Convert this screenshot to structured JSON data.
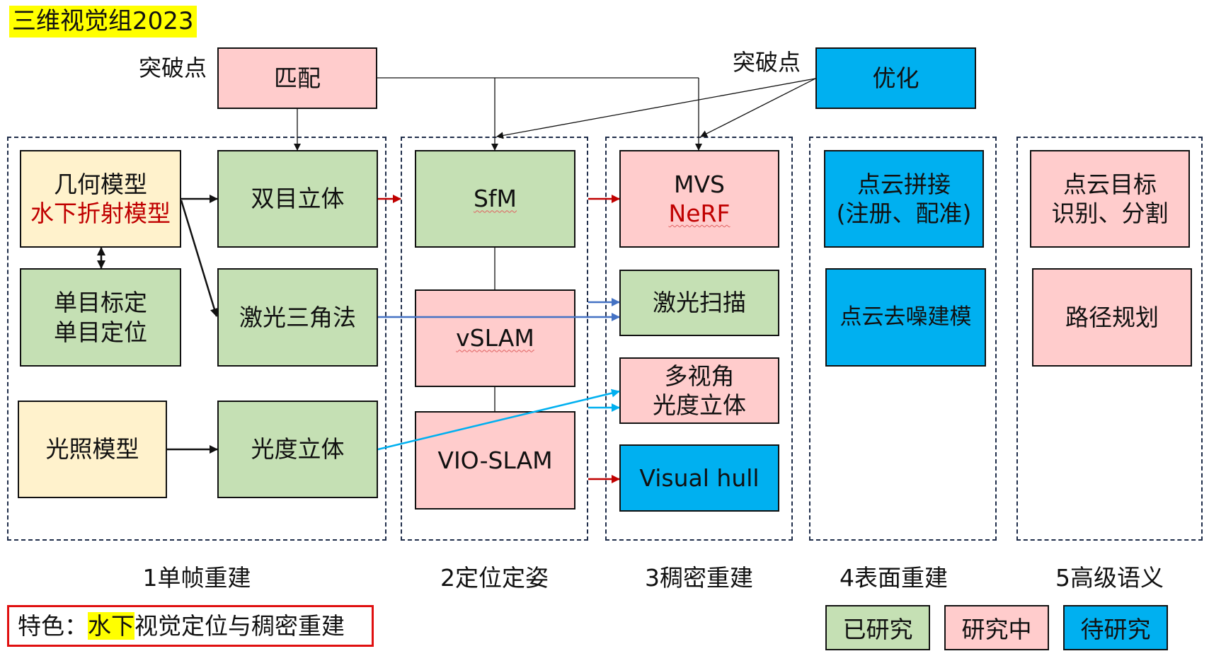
{
  "title": "三维视觉组2023",
  "breakthroughs": [
    {
      "label": "突破点",
      "box": "匹配",
      "status": "researching"
    },
    {
      "label": "突破点",
      "box": "优化",
      "status": "todo"
    }
  ],
  "groups": [
    {
      "id": "g1",
      "label": "1单帧重建",
      "boxes": [
        {
          "id": "geometry",
          "lines": [
            "几何模型"
          ],
          "extra_red": "水下折射模型",
          "status": "model"
        },
        {
          "id": "stereo",
          "lines": [
            "双目立体"
          ],
          "status": "done"
        },
        {
          "id": "mono",
          "lines": [
            "单目标定",
            "单目定位"
          ],
          "status": "done"
        },
        {
          "id": "laser-tri",
          "lines": [
            "激光三角法"
          ],
          "status": "done"
        },
        {
          "id": "lighting",
          "lines": [
            "光照模型"
          ],
          "status": "model"
        },
        {
          "id": "photometric",
          "lines": [
            "光度立体"
          ],
          "status": "done"
        }
      ]
    },
    {
      "id": "g2",
      "label": "2定位定姿",
      "boxes": [
        {
          "id": "sfm",
          "lines": [
            "SfM"
          ],
          "status": "done"
        },
        {
          "id": "vslam",
          "lines": [
            "vSLAM"
          ],
          "status": "researching"
        },
        {
          "id": "vio-slam",
          "lines": [
            "VIO-SLAM"
          ],
          "status": "researching"
        }
      ]
    },
    {
      "id": "g3",
      "label": "3稠密重建",
      "boxes": [
        {
          "id": "mvs",
          "lines": [
            "MVS"
          ],
          "extra_red": "NeRF",
          "status": "researching"
        },
        {
          "id": "laser-scan",
          "lines": [
            "激光扫描"
          ],
          "status": "done"
        },
        {
          "id": "mv-photometric",
          "lines": [
            "多视角",
            "光度立体"
          ],
          "status": "researching"
        },
        {
          "id": "visual-hull",
          "lines": [
            "Visual hull"
          ],
          "status": "todo"
        }
      ]
    },
    {
      "id": "g4",
      "label": "4表面重建",
      "boxes": [
        {
          "id": "pc-stitch",
          "lines": [
            "点云拼接",
            "(注册、配准)"
          ],
          "status": "todo"
        },
        {
          "id": "pc-denoise",
          "lines": [
            "点云去噪建模"
          ],
          "status": "todo"
        }
      ]
    },
    {
      "id": "g5",
      "label": "5高级语义",
      "boxes": [
        {
          "id": "pc-recog",
          "lines": [
            "点云目标",
            "识别、分割"
          ],
          "status": "researching"
        },
        {
          "id": "path-plan",
          "lines": [
            "路径规划"
          ],
          "status": "researching"
        }
      ]
    }
  ],
  "feature": {
    "prefix": "特色：",
    "highlight": "水下",
    "rest": "视觉定位与稠密重建"
  },
  "legend": [
    {
      "label": "已研究",
      "status": "done"
    },
    {
      "label": "研究中",
      "status": "researching"
    },
    {
      "label": "待研究",
      "status": "todo"
    }
  ],
  "colors": {
    "done": "#c5e0b4",
    "researching": "#ffcccc",
    "todo": "#00b0f0",
    "model": "#fff2cc",
    "arrow_red": "#c00000",
    "arrow_blue": "#4472c4",
    "arrow_cyan": "#00b0f0",
    "highlight": "#ffff00"
  }
}
